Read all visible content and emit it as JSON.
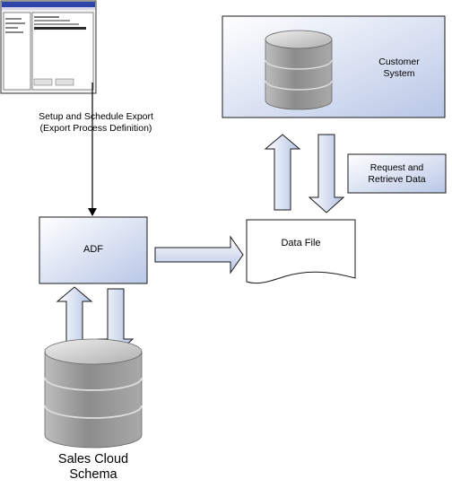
{
  "export_step": {
    "line1": "Setup and Schedule Export",
    "line2": "(Export Process Definition)"
  },
  "adf_box": {
    "label": "ADF"
  },
  "data_file": {
    "label": "Data File"
  },
  "customer_system": {
    "line1": "Customer",
    "line2": "System"
  },
  "request_box": {
    "line1": "Request and",
    "line2": "Retrieve Data"
  },
  "sales_cloud": {
    "line1": "Sales Cloud",
    "line2": "Schema"
  },
  "colors": {
    "box_fill_light": "#ffffff",
    "box_fill_blue": "#c7d3ea",
    "outline": "#1a1a1a",
    "db_gray": "#a6a6a6",
    "window_blue": "#2b46a8"
  }
}
